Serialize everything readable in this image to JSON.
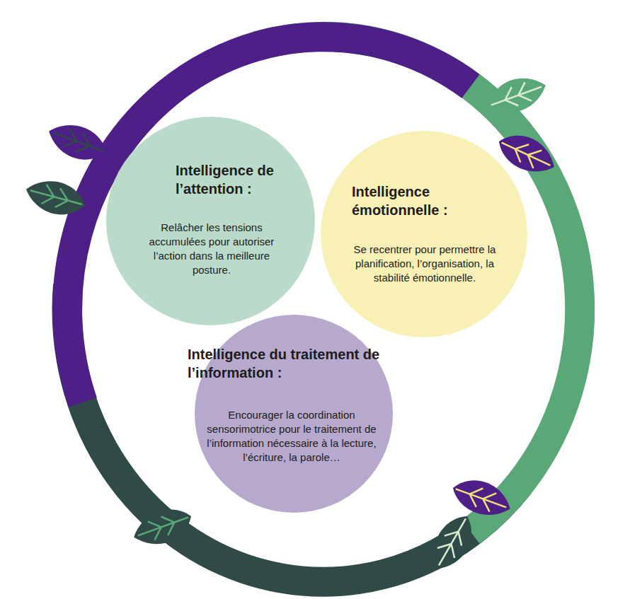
{
  "diagram": {
    "nodes": [
      {
        "text": [
          "Intelligence de l’attention :",
          "Relâcher les tensions accumulées pour autoriser l’action dans la meilleure posture."
        ]
      },
      {
        "text": [
          "Intelligence émotionnelle :",
          "Se recentrer pour permettre la planification, l’organisation, la stabilité émotionnelle."
        ]
      },
      {
        "text": [
          "Intelligence du traitement de l’information :",
          "Encourager la coordination sensorimotrice pour le traitement de l’information nécessaire à la lecture, l’écriture, la parole…"
        ]
      }
    ]
  }
}
